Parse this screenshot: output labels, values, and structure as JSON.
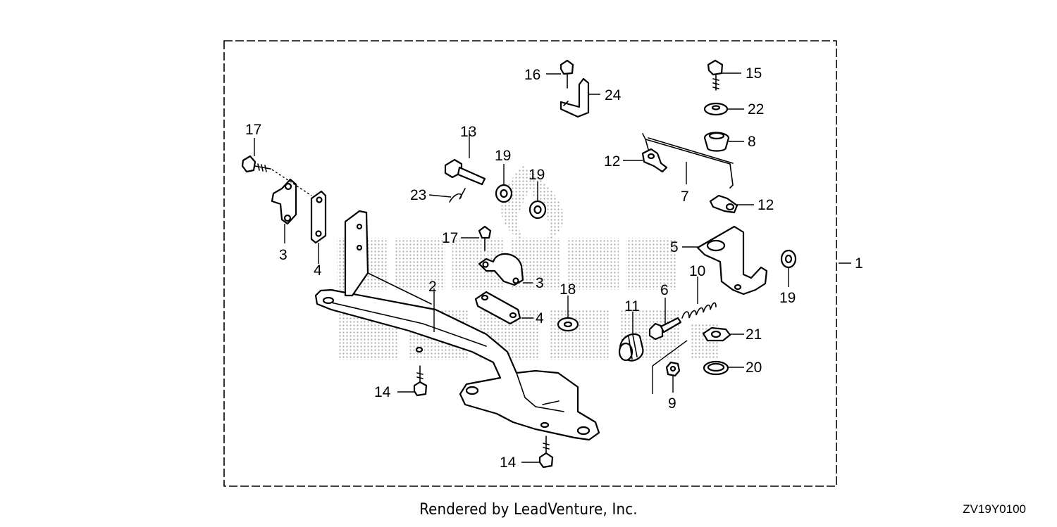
{
  "footer": {
    "credit": "Rendered by LeadVenture, Inc.",
    "diagram_code": "ZV19Y0100"
  },
  "watermark": {
    "brand": "HONDA"
  },
  "callouts": {
    "c1": "1",
    "c2": "2",
    "c3a": "3",
    "c3b": "3",
    "c4a": "4",
    "c4b": "4",
    "c5": "5",
    "c6": "6",
    "c7": "7",
    "c8": "8",
    "c9": "9",
    "c10": "10",
    "c11": "11",
    "c12a": "12",
    "c12b": "12",
    "c13": "13",
    "c14a": "14",
    "c14b": "14",
    "c15": "15",
    "c16": "16",
    "c17a": "17",
    "c17b": "17",
    "c18": "18",
    "c19a": "19",
    "c19b": "19",
    "c19c": "19",
    "c20": "20",
    "c21": "21",
    "c22": "22",
    "c23": "23",
    "c24": "24"
  }
}
